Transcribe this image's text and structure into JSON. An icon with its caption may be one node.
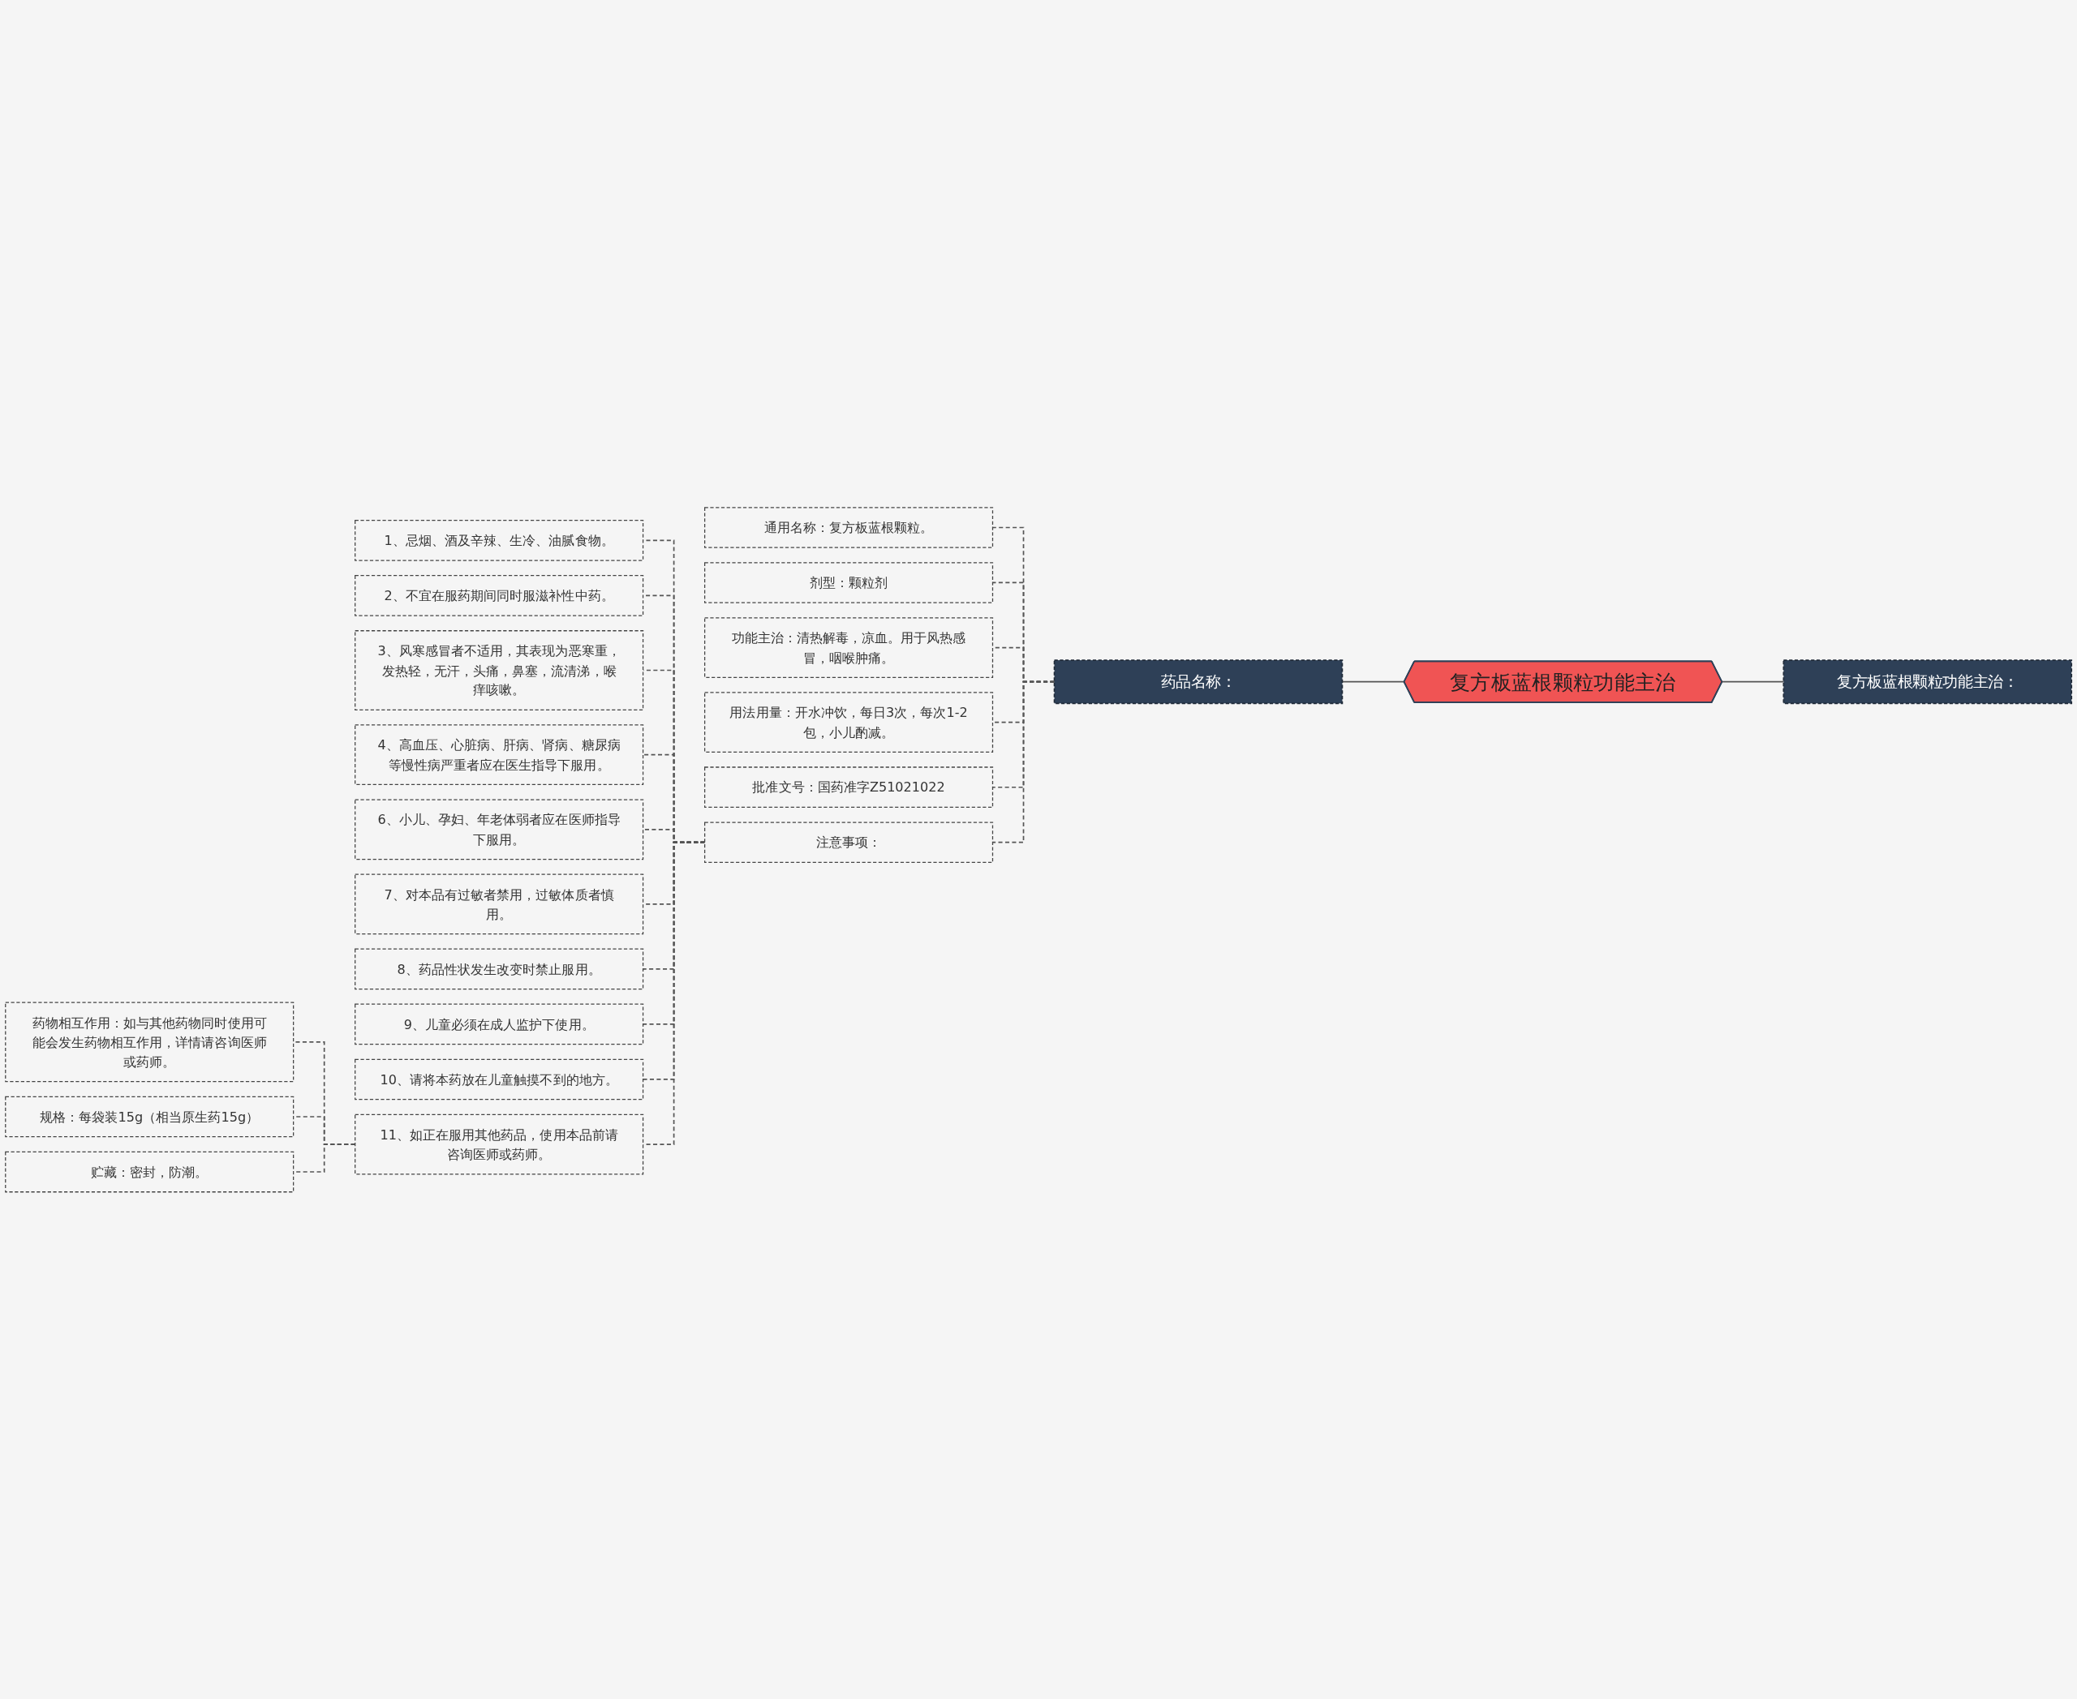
{
  "diagram": {
    "nodes": [
      {
        "text": [
          "复方板蓝根颗粒功能主治"
        ]
      },
      {
        "text": [
          "药品名称："
        ]
      },
      {
        "text": [
          "复方板蓝根颗粒功能主治："
        ]
      },
      {
        "text": [
          "通用名称：复方板蓝根颗粒。"
        ]
      },
      {
        "text": [
          "剂型：颗粒剂"
        ]
      },
      {
        "text": [
          "功能主治：清热解毒，凉血。用于风热感冒，咽喉肿痛。"
        ]
      },
      {
        "text": [
          "用法用量：开水冲饮，每日3次，每次1-2包，小儿酌减。"
        ]
      },
      {
        "text": [
          "批准文号：国药准字Z51021022"
        ]
      },
      {
        "text": [
          "注意事项："
        ]
      },
      {
        "text": [
          "1、忌烟、酒及辛辣、生冷、油腻食物。"
        ]
      },
      {
        "text": [
          "2、不宜在服药期间同时服滋补性中药。"
        ]
      },
      {
        "text": [
          "3、风寒感冒者不适用，其表现为恶寒重，发热轻，无汗，头痛，鼻塞，流清涕，喉痒咳嗽。"
        ]
      },
      {
        "text": [
          "4、高血压、心脏病、肝病、肾病、糖尿病等慢性病严重者应在医生指导下服用。"
        ]
      },
      {
        "text": [
          "6、小儿、孕妇、年老体弱者应在医师指导下服用。"
        ]
      },
      {
        "text": [
          "7、对本品有过敏者禁用，过敏体质者慎用。"
        ]
      },
      {
        "text": [
          "8、药品性状发生改变时禁止服用。"
        ]
      },
      {
        "text": [
          "9、儿童必须在成人监护下使用。"
        ]
      },
      {
        "text": [
          "10、请将本药放在儿童触摸不到的地方。"
        ]
      },
      {
        "text": [
          "11、如正在服用其他药品，使用本品前请咨询医师或药师。"
        ]
      },
      {
        "text": [
          "药物相互作用：如与其他药物同时使用可能会发生药物相互作用，详情请咨询医师或药师。"
        ]
      },
      {
        "text": [
          "规格：每袋装15g（相当原生药15g）"
        ]
      },
      {
        "text": [
          "贮藏：密封，防潮。"
        ]
      }
    ],
    "edges": [
      {
        "from": 0,
        "to": 1,
        "arrow": "none"
      },
      {
        "from": 2,
        "to": 0,
        "arrow": "none"
      },
      {
        "from": 1,
        "to": 3,
        "arrow": "none",
        "style": "dashed"
      },
      {
        "from": 1,
        "to": 4,
        "arrow": "none",
        "style": "dashed"
      },
      {
        "from": 1,
        "to": 5,
        "arrow": "none",
        "style": "dashed"
      },
      {
        "from": 1,
        "to": 6,
        "arrow": "none",
        "style": "dashed"
      },
      {
        "from": 1,
        "to": 7,
        "arrow": "none",
        "style": "dashed"
      },
      {
        "from": 1,
        "to": 8,
        "arrow": "none",
        "style": "dashed"
      },
      {
        "from": 8,
        "to": 9,
        "arrow": "none",
        "style": "dashed"
      },
      {
        "from": 8,
        "to": 10,
        "arrow": "none",
        "style": "dashed"
      },
      {
        "from": 8,
        "to": 11,
        "arrow": "none",
        "style": "dashed"
      },
      {
        "from": 8,
        "to": 12,
        "arrow": "none",
        "style": "dashed"
      },
      {
        "from": 8,
        "to": 13,
        "arrow": "none",
        "style": "dashed"
      },
      {
        "from": 8,
        "to": 14,
        "arrow": "none",
        "style": "dashed"
      },
      {
        "from": 8,
        "to": 15,
        "arrow": "none",
        "style": "dashed"
      },
      {
        "from": 8,
        "to": 16,
        "arrow": "none",
        "style": "dashed"
      },
      {
        "from": 8,
        "to": 17,
        "arrow": "none",
        "style": "dashed"
      },
      {
        "from": 8,
        "to": 18,
        "arrow": "none",
        "style": "dashed"
      },
      {
        "from": 18,
        "to": 19,
        "arrow": "none",
        "style": "dashed"
      },
      {
        "from": 18,
        "to": 20,
        "arrow": "none",
        "style": "dashed"
      },
      {
        "from": 18,
        "to": 21,
        "arrow": "none",
        "style": "dashed"
      }
    ]
  }
}
